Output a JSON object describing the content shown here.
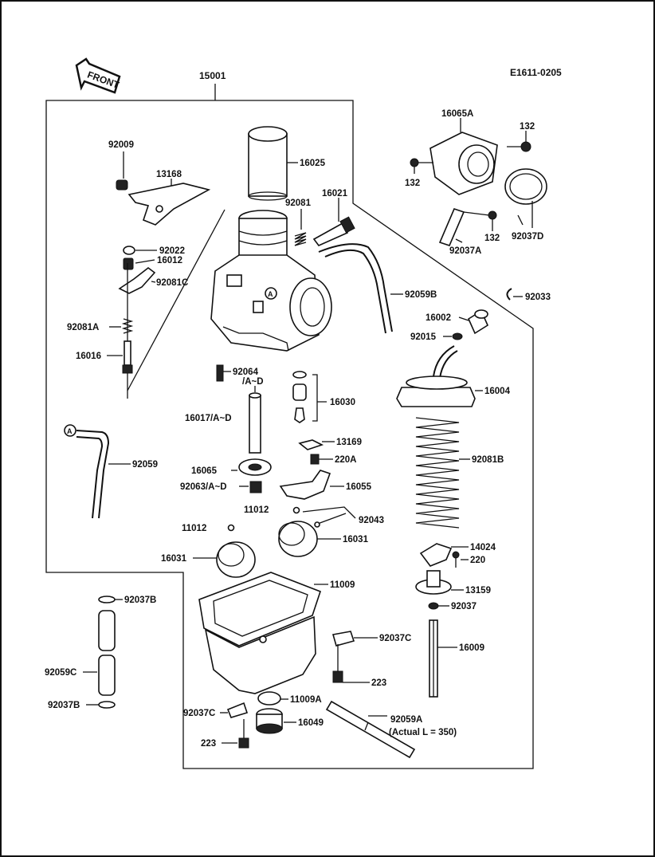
{
  "diagram_code": "E1611-0205",
  "front_label": "FRONT",
  "assembly": "15001",
  "callout_a": "A",
  "parts": {
    "p92009": "92009",
    "p13168": "13168",
    "p16025": "16025",
    "p16021": "16021",
    "p92081": "92081",
    "p92022": "92022",
    "p16012": "16012",
    "p92081C": "92081C",
    "p92081A": "92081A",
    "p16016": "16016",
    "p16065A": "16065A",
    "p132a": "132",
    "p132b": "132",
    "p132c": "132",
    "p92037A": "92037A",
    "p92037D": "92037D",
    "p92033": "92033",
    "p92059B": "92059B",
    "p16002": "16002",
    "p92015": "92015",
    "p16004": "16004",
    "p92064": "92064",
    "p92064sub": "/A~D",
    "p16030": "16030",
    "p16017": "16017/A~D",
    "p13169": "13169",
    "p220A": "220A",
    "p92059": "92059",
    "p16065": "16065",
    "p92063": "92063/A~D",
    "p16055": "16055",
    "p11012a": "11012",
    "p92043": "92043",
    "p92081B": "92081B",
    "p11012b": "11012",
    "p16031a": "16031",
    "p16031b": "16031",
    "p14024": "14024",
    "p220": "220",
    "p11009": "11009",
    "p13159": "13159",
    "p92037B1": "92037B",
    "p92037": "92037",
    "p92037C1": "92037C",
    "p16009": "16009",
    "p92059C": "92059C",
    "p223a": "223",
    "p11009A": "11009A",
    "p92037B2": "92037B",
    "p92037C2": "92037C",
    "p16049": "16049",
    "p92059A": "92059A",
    "p92059Anote": "(Actual L = 350)",
    "p223b": "223"
  }
}
